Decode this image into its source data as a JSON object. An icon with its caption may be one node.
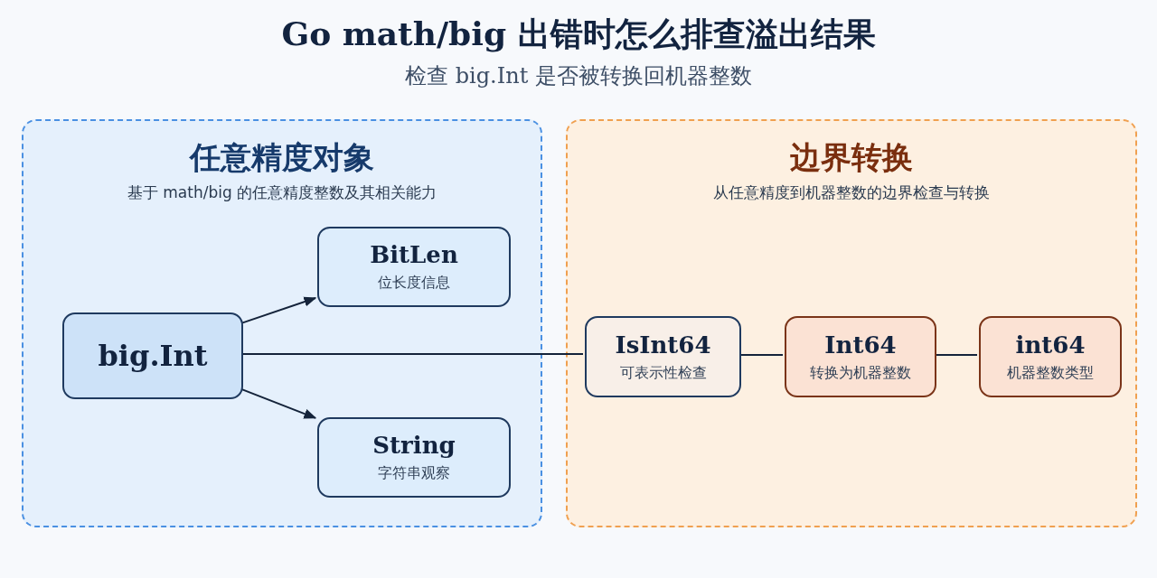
{
  "diagram": {
    "title": "Go math/big 出错时怎么排查溢出结果",
    "caption": "检查 big.Int 是否被转换回机器整数",
    "nodes": [
      {
        "text": [
          "任意精度对象",
          "基于 math/big 的任意精度整数及其相关能力"
        ]
      },
      {
        "text": [
          "big.Int"
        ],
        "in": 0
      },
      {
        "text": [
          "BitLen",
          "位长度信息"
        ],
        "in": 0
      },
      {
        "text": [
          "String",
          "字符串观察"
        ],
        "in": 0
      },
      {
        "text": [
          "边界转换",
          "从任意精度到机器整数的边界检查与转换"
        ]
      },
      {
        "text": [
          "IsInt64",
          "可表示性检查"
        ],
        "in": 4
      },
      {
        "text": [
          "Int64",
          "转换为机器整数"
        ],
        "in": 4
      },
      {
        "text": [
          "int64",
          "机器整数类型"
        ],
        "in": 4
      }
    ],
    "edges": [
      {
        "from": 1,
        "to": 2,
        "arrow": "to"
      },
      {
        "from": 1,
        "to": 3,
        "arrow": "to"
      },
      {
        "from": 1,
        "to": 5,
        "arrow": "none"
      },
      {
        "from": 5,
        "to": 6,
        "arrow": "none"
      },
      {
        "from": 6,
        "to": 7,
        "arrow": "none"
      }
    ]
  }
}
